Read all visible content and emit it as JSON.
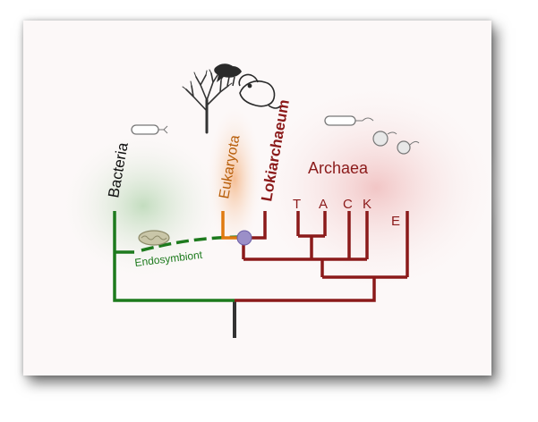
{
  "labels": {
    "bacteria": "Bacteria",
    "eukaryota": "Eukaryota",
    "lokiarchaeum": "Lokiarchaeum",
    "archaea": "Archaea",
    "endosymbiont": "Endosymbiont",
    "t": "T",
    "a": "A",
    "c": "C",
    "k": "K",
    "e": "E"
  },
  "colors": {
    "bacteria": "#1d7a1d",
    "eukaryota": "#e07a10",
    "archaea": "#8b1a1a",
    "root": "#333333",
    "node": "#9b8fc8"
  },
  "icons": {
    "tree": "tree-icon",
    "bird": "bird-icon",
    "animal": "animal-icon",
    "bacteria_cell": "rod-cell-icon",
    "archaea_cell": "rod-cell-icon",
    "cocci": "cocci-icon",
    "endosymbiont_cell": "mitochondrion-icon"
  }
}
